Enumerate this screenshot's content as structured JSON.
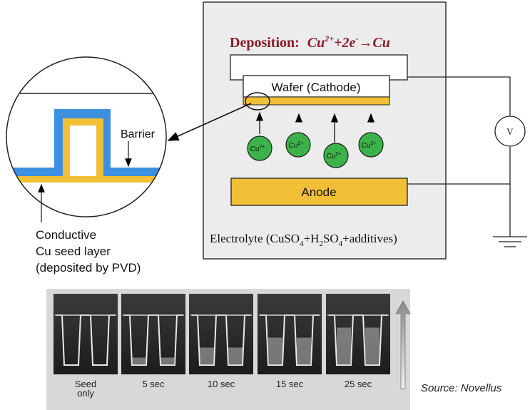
{
  "deposition": {
    "label": "Deposition:",
    "reactant": "Cu",
    "reactant_sup": "2+",
    "plus_electrons": "+2e",
    "electron_sup": "-",
    "arrow": "→",
    "product": "Cu"
  },
  "wafer": {
    "label": "Wafer (Cathode)"
  },
  "ions": {
    "label": "Cu",
    "charge": "2+"
  },
  "anode": {
    "label": "Anode"
  },
  "voltmeter": {
    "label": "V"
  },
  "electrolyte": {
    "prefix": "Electrolyte (CuSO",
    "sub1": "4",
    "mid": "+H",
    "sub2": "2",
    "mid2": "SO",
    "sub3": "4",
    "suffix": "+additives)"
  },
  "zoom": {
    "barrier_label": "Barrier",
    "seed_label_lines": [
      "Conductive",
      "Cu seed layer",
      "(deposited by PVD)"
    ]
  },
  "micrographs": {
    "labels": [
      [
        "Seed",
        "only"
      ],
      [
        "5 sec"
      ],
      [
        "10 sec"
      ],
      [
        "15 sec"
      ],
      [
        "25 sec"
      ]
    ]
  },
  "source": "Source: Novellus",
  "colors": {
    "cu_yellow": "#f2c037",
    "barrier_blue": "#3d8fe0",
    "ion_green": "#3bb34a",
    "chamber_fill": "#ececec",
    "title_red": "#8b1a2a"
  }
}
